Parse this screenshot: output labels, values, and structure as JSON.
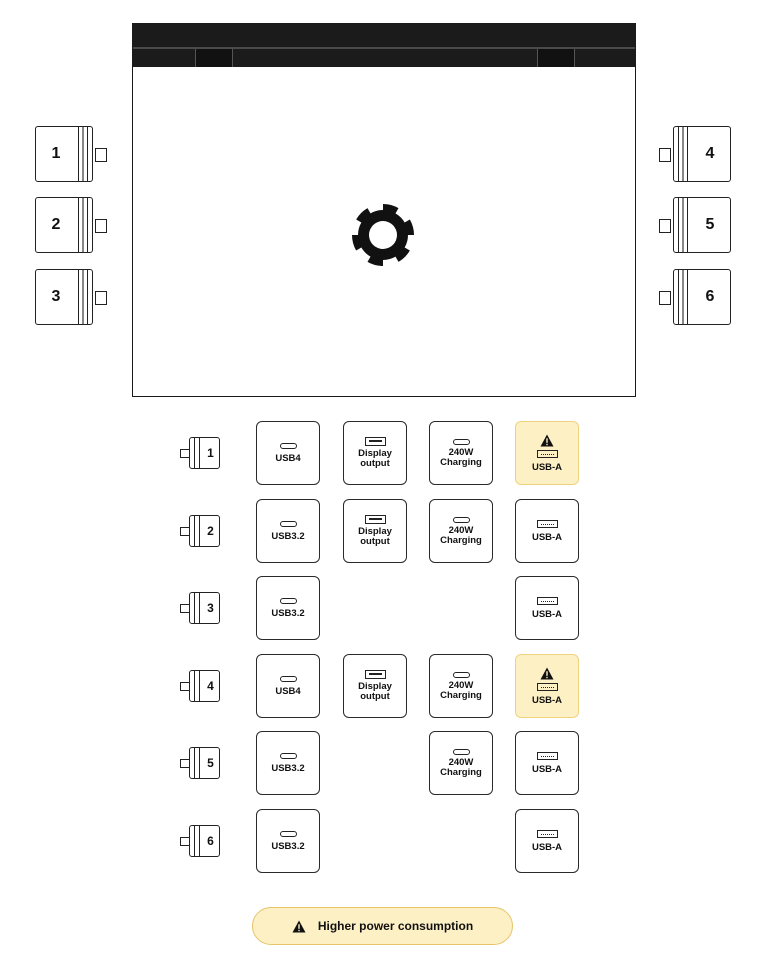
{
  "laptop": {
    "left_slots": [
      "1",
      "2",
      "3"
    ],
    "right_slots": [
      "4",
      "5",
      "6"
    ]
  },
  "rows": [
    {
      "slot": "1",
      "cards": [
        {
          "col": 0,
          "icon": "usb-c-icon",
          "label": [
            "USB4"
          ],
          "warn": false
        },
        {
          "col": 1,
          "icon": "displayport-icon",
          "label": [
            "Display",
            "output"
          ],
          "warn": false
        },
        {
          "col": 2,
          "icon": "usb-c-icon",
          "label": [
            "240W",
            "Charging"
          ],
          "warn": false
        },
        {
          "col": 3,
          "icon": "usb-a-icon",
          "label": [
            "USB-A"
          ],
          "warn": true
        }
      ]
    },
    {
      "slot": "2",
      "cards": [
        {
          "col": 0,
          "icon": "usb-c-icon",
          "label": [
            "USB3.2"
          ],
          "warn": false
        },
        {
          "col": 1,
          "icon": "displayport-icon",
          "label": [
            "Display",
            "output"
          ],
          "warn": false
        },
        {
          "col": 2,
          "icon": "usb-c-icon",
          "label": [
            "240W",
            "Charging"
          ],
          "warn": false
        },
        {
          "col": 3,
          "icon": "usb-a-icon",
          "label": [
            "USB-A"
          ],
          "warn": false
        }
      ]
    },
    {
      "slot": "3",
      "cards": [
        {
          "col": 0,
          "icon": "usb-c-icon",
          "label": [
            "USB3.2"
          ],
          "warn": false
        },
        {
          "col": 3,
          "icon": "usb-a-icon",
          "label": [
            "USB-A"
          ],
          "warn": false
        }
      ]
    },
    {
      "slot": "4",
      "cards": [
        {
          "col": 0,
          "icon": "usb-c-icon",
          "label": [
            "USB4"
          ],
          "warn": false
        },
        {
          "col": 1,
          "icon": "displayport-icon",
          "label": [
            "Display",
            "output"
          ],
          "warn": false
        },
        {
          "col": 2,
          "icon": "usb-c-icon",
          "label": [
            "240W",
            "Charging"
          ],
          "warn": false
        },
        {
          "col": 3,
          "icon": "usb-a-icon",
          "label": [
            "USB-A"
          ],
          "warn": true
        }
      ]
    },
    {
      "slot": "5",
      "cards": [
        {
          "col": 0,
          "icon": "usb-c-icon",
          "label": [
            "USB3.2"
          ],
          "warn": false
        },
        {
          "col": 2,
          "icon": "usb-c-icon",
          "label": [
            "240W",
            "Charging"
          ],
          "warn": false
        },
        {
          "col": 3,
          "icon": "usb-a-icon",
          "label": [
            "USB-A"
          ],
          "warn": false
        }
      ]
    },
    {
      "slot": "6",
      "cards": [
        {
          "col": 0,
          "icon": "usb-c-icon",
          "label": [
            "USB3.2"
          ],
          "warn": false
        },
        {
          "col": 3,
          "icon": "usb-a-icon",
          "label": [
            "USB-A"
          ],
          "warn": false
        }
      ]
    }
  ],
  "legend": {
    "icon": "warning-icon",
    "text": "Higher power consumption"
  },
  "colors": {
    "warn_fill": "#fdf0c4",
    "warn_border": "#efd47f",
    "ink": "#1a1a1a"
  }
}
